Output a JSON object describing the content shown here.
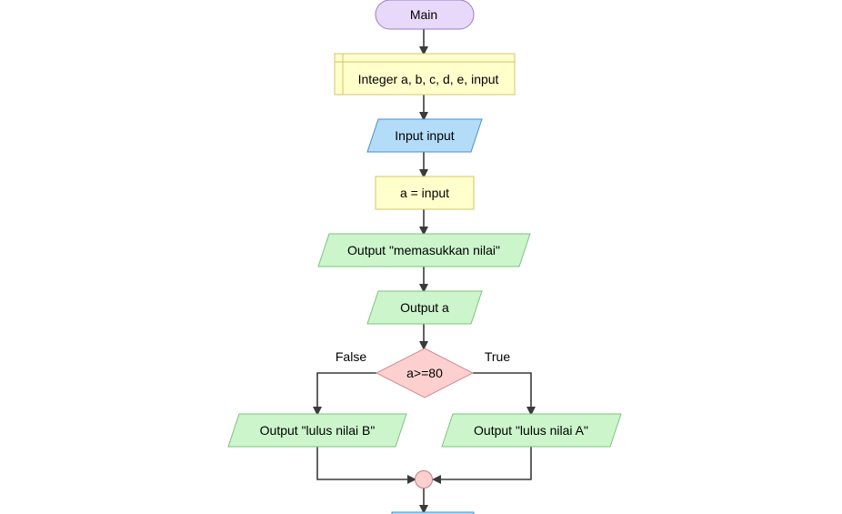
{
  "flowchart": {
    "start": {
      "label": "Main"
    },
    "declare": {
      "label": "Integer a, b, c, d, e, input"
    },
    "input": {
      "label": "Input input"
    },
    "assign": {
      "label": "a = input"
    },
    "output1": {
      "label": "Output \"memasukkan nilai\""
    },
    "output2": {
      "label": "Output a"
    },
    "decision": {
      "label": "a>=80",
      "false_label": "False",
      "true_label": "True"
    },
    "output_false": {
      "label": "Output \"lulus nilai B\""
    },
    "output_true": {
      "label": "Output \"lulus nilai A\""
    }
  },
  "colors": {
    "start_fill": "#e8d9fa",
    "start_stroke": "#9a7cc4",
    "process_fill": "#ffffcc",
    "process_stroke": "#d4c66a",
    "input_fill": "#b3dcf9",
    "input_stroke": "#4a90c9",
    "output_fill": "#ccf5cc",
    "output_stroke": "#7cc47c",
    "decision_fill": "#fdd0d0",
    "decision_stroke": "#d48a8a",
    "connector_fill": "#fdd0d0",
    "connector_stroke": "#c47a7a",
    "edge": "#3a3a3a"
  }
}
